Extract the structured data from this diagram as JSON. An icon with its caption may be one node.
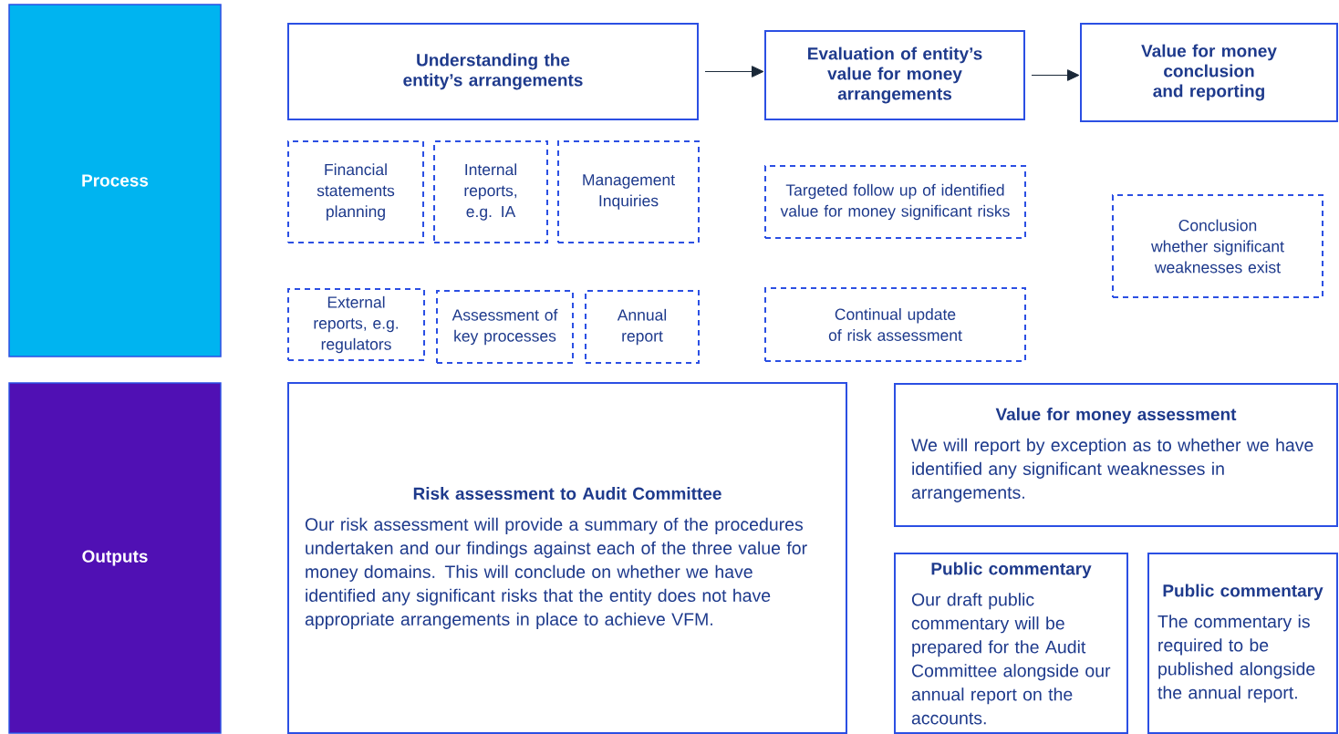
{
  "diagram": {
    "nodes": [
      {
        "text": [
          "Process"
        ]
      },
      {
        "text": [
          "Outputs"
        ]
      },
      {
        "text": [
          "Understanding the entity’s arrangements"
        ]
      },
      {
        "text": [
          "Evaluation of entity’s value for money arrangements"
        ]
      },
      {
        "text": [
          "Value for money conclusion and reporting"
        ]
      },
      {
        "text": [
          "Financial statements planning"
        ]
      },
      {
        "text": [
          "Internal reports, e.g. IA"
        ]
      },
      {
        "text": [
          "Management Inquiries"
        ]
      },
      {
        "text": [
          "External reports, e.g. regulators"
        ]
      },
      {
        "text": [
          "Assessment of key processes"
        ]
      },
      {
        "text": [
          "Annual report"
        ]
      },
      {
        "text": [
          "Targeted follow up of identified value for money significant risks"
        ]
      },
      {
        "text": [
          "Continual update of risk assessment"
        ]
      },
      {
        "text": [
          "Conclusion whether significant weaknesses exist"
        ]
      },
      {
        "text": [
          "Risk assessment to Audit Committee",
          "Our risk assessment will provide a summary of the procedures undertaken and our findings against each of the three value for money domains. This will conclude on whether we have identified any significant risks that the entity does not have appropriate arrangements in place to achieve VFM."
        ]
      },
      {
        "text": [
          "Value for money assessment",
          "We will report by exception as to whether we have identified any significant weaknesses in arrangements."
        ]
      },
      {
        "text": [
          "Public commentary",
          "Our draft public commentary will be prepared for the Audit Committee alongside our annual report on the accounts."
        ]
      },
      {
        "text": [
          "Public commentary",
          "The commentary is required to be published alongside the annual report."
        ]
      }
    ],
    "edges": [
      {
        "from": 2,
        "to": 3,
        "arrow": "to"
      },
      {
        "from": 3,
        "to": 4,
        "arrow": "to"
      }
    ]
  }
}
